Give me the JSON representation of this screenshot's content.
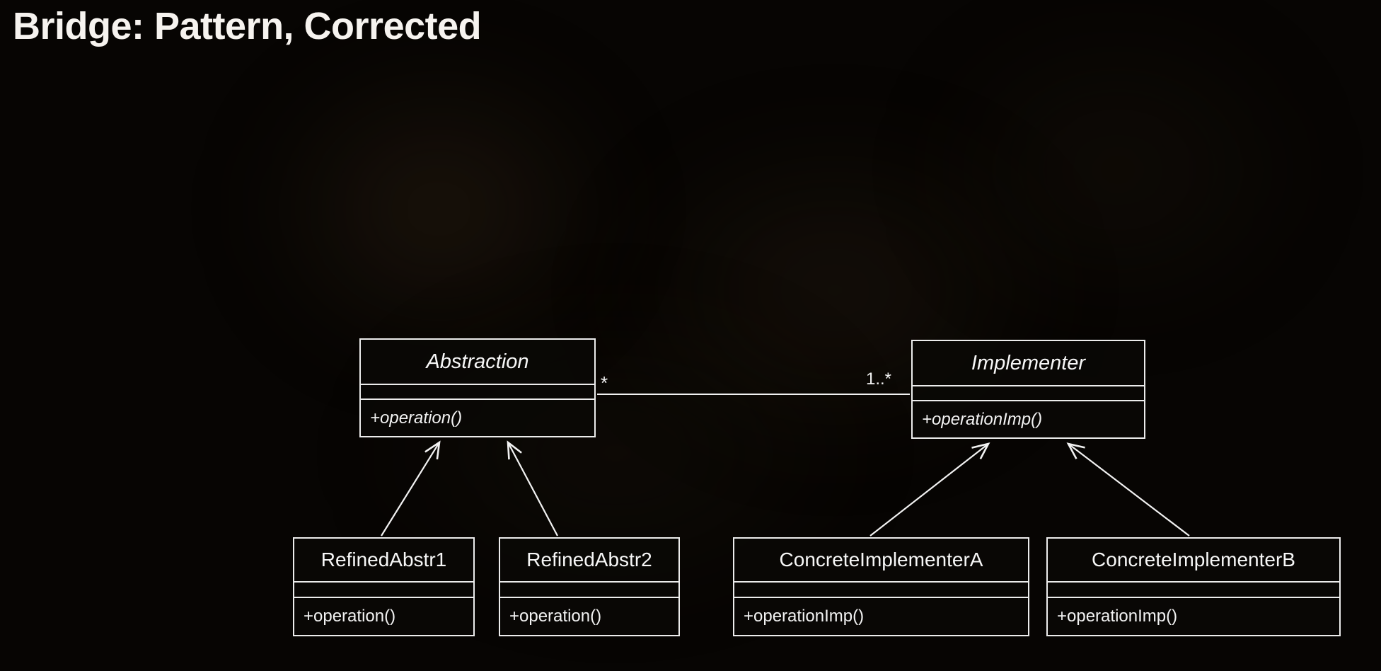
{
  "slide": {
    "title": "Bridge: Pattern, Corrected"
  },
  "colors": {
    "background": "#070503",
    "line": "#f2f2f2",
    "box_border": "#ececec",
    "text": "#f5f5f5"
  },
  "diagram": {
    "classes": [
      {
        "name": "Abstraction",
        "methods": [
          "+operation()"
        ]
      },
      {
        "name": "Implementer",
        "methods": [
          "+operationImp()"
        ]
      },
      {
        "name": "RefinedAbstr1",
        "methods": [
          "+operation()"
        ]
      },
      {
        "name": "RefinedAbstr2",
        "methods": [
          "+operation()"
        ]
      },
      {
        "name": "ConcreteImplementerA",
        "methods": [
          "+operationImp()"
        ]
      },
      {
        "name": "ConcreteImplementerB",
        "methods": [
          "+operationImp()"
        ]
      }
    ],
    "association": {
      "from": "Abstraction",
      "to": "Implementer",
      "from_multiplicity": "*",
      "to_multiplicity": "1..*"
    },
    "generalizations": [
      {
        "child": "RefinedAbstr1",
        "parent": "Abstraction"
      },
      {
        "child": "RefinedAbstr2",
        "parent": "Abstraction"
      },
      {
        "child": "ConcreteImplementerA",
        "parent": "Implementer"
      },
      {
        "child": "ConcreteImplementerB",
        "parent": "Implementer"
      }
    ]
  }
}
